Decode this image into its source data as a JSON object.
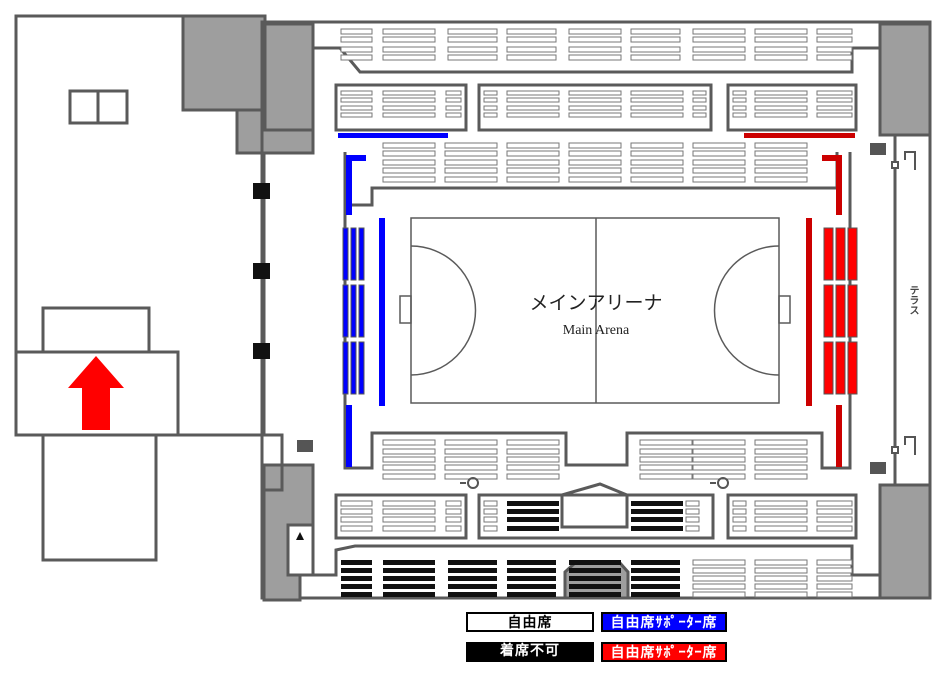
{
  "arena": {
    "name_jp": "メインアリーナ",
    "name_en": "Main Arena"
  },
  "terrace_label": "テラス",
  "legend": {
    "free_seat": "自由席",
    "unavailable": "着席不可",
    "blue_supporter": "自由席ｻﾎﾟｰﾀｰ席",
    "red_supporter": "自由席ｻﾎﾟｰﾀｰ席"
  },
  "colors": {
    "wall": "#5a5a5a",
    "pillar": "#9e9e9e",
    "blue": "#0000ff",
    "red": "#cc0000",
    "red_seat": "#ff0000",
    "unavailable": "#111111",
    "arrow": "#ff0000"
  },
  "icons": [
    "entrance-arrow-icon",
    "wheelchair-icon",
    "camera-icon",
    "restroom-icon",
    "stairs-up-icon"
  ]
}
